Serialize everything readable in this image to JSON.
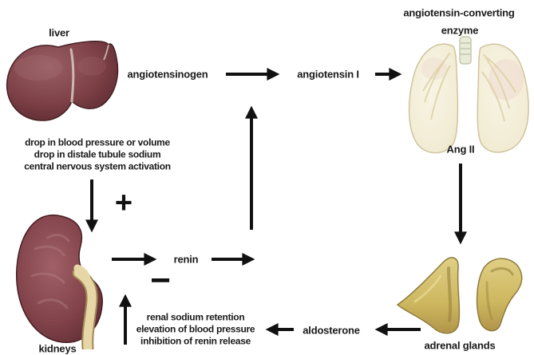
{
  "labels": {
    "liver": "liver",
    "kidneys": "kidneys",
    "ace_line1": "angiotensin-converting",
    "ace_line2": "enzyme",
    "adrenal_glands": "adrenal glands",
    "angiotensinogen": "angiotensinogen",
    "angiotensin_i": "angiotensin I",
    "ang_ii": "Ang II",
    "renin": "renin",
    "aldosterone": "aldosterone",
    "plus_sign": "+",
    "minus_sign": "−"
  },
  "stimuli_note": {
    "lines": [
      "drop in blood pressure or volume",
      "drop in distale tubule sodium",
      "central nervous system activation"
    ]
  },
  "effects_note": {
    "lines": [
      "renal sodium retention",
      "elevation of blood pressure",
      "inhibition of renin release"
    ]
  },
  "colors": {
    "background": "#ffffff",
    "text": "#1a1a1a",
    "arrow": "#111111",
    "liver": "#7c4046",
    "kidney": "#8b4a52",
    "ureter": "#e8d7a6",
    "lungs": "#f4efda",
    "adrenal": "#d5c26e"
  }
}
